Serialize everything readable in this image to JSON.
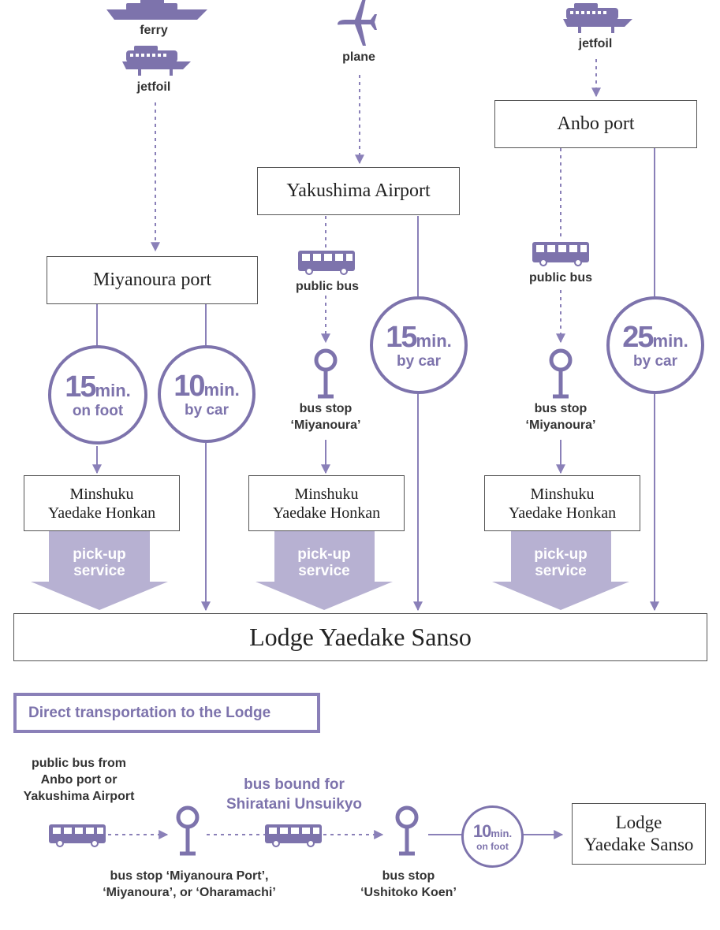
{
  "transport": {
    "ferry": "ferry",
    "jetfoil": "jetfoil",
    "plane": "plane",
    "public_bus": "public bus",
    "bus_stop_line1": "bus stop",
    "bus_stop_line2": "‘Miyanoura’"
  },
  "places": {
    "miyanoura_port": "Miyanoura port",
    "yakushima_airport": "Yakushima Airport",
    "anbo_port": "Anbo port",
    "minshuku_line1": "Minshuku",
    "minshuku_line2": "Yaedake Honkan",
    "lodge": "Lodge Yaedake Sanso"
  },
  "times": {
    "foot15": {
      "num": "15",
      "unit": "min.",
      "mode": "on foot"
    },
    "car10": {
      "num": "10",
      "unit": "min.",
      "mode": "by car"
    },
    "car15": {
      "num": "15",
      "unit": "min.",
      "mode": "by car"
    },
    "car25": {
      "num": "25",
      "unit": "min.",
      "mode": "by car"
    },
    "foot10": {
      "num": "10",
      "unit": "min.",
      "mode": "on foot"
    }
  },
  "pickup": {
    "line1": "pick-up",
    "line2": "service"
  },
  "direct": {
    "title": "Direct transportation to the Lodge",
    "bus_from_1": "public bus from",
    "bus_from_2": "Anbo port or",
    "bus_from_3": "Yakushima Airport",
    "bound_1": "bus bound for",
    "bound_2": "Shiratani Unsuikyo",
    "stops_1": "bus stop ‘Miyanoura Port’,",
    "stops_2": "‘Miyanoura’, or ‘Oharamachi’",
    "ushitoko_1": "bus stop",
    "ushitoko_2": "‘Ushitoko Koen’",
    "lodge_1": "Lodge",
    "lodge_2": "Yaedake Sanso"
  },
  "colors": {
    "accent": "#7d73ac",
    "pickup": "#b7b1d2",
    "line": "#8a80b8"
  }
}
